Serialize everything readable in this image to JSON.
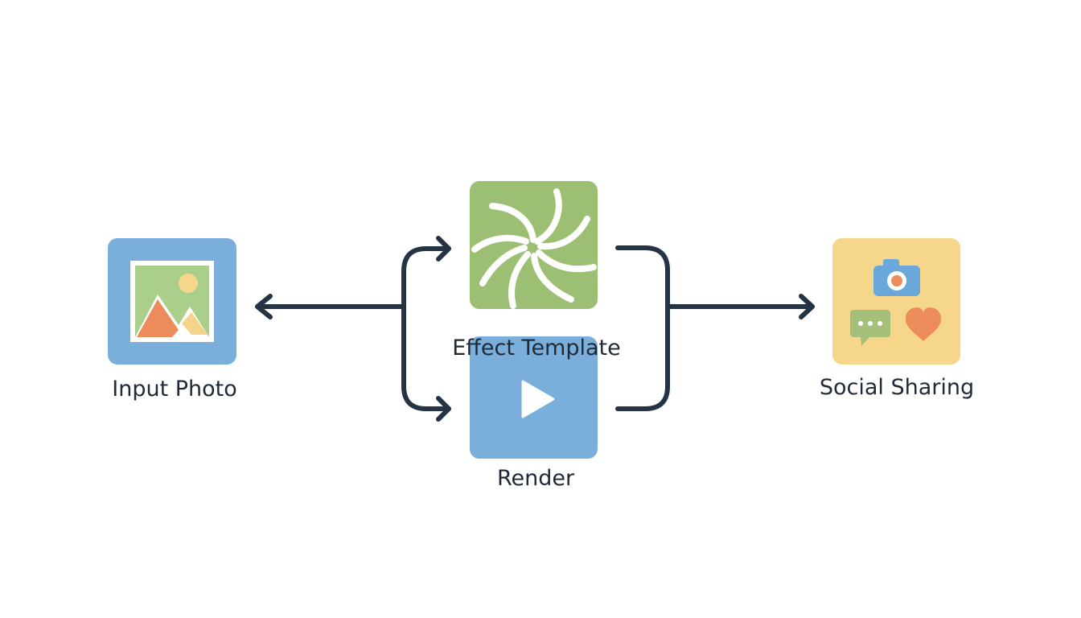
{
  "nodes": {
    "input_photo": {
      "label": "Input Photo",
      "color": "#7aaedb",
      "icon": "image-icon"
    },
    "effect_template": {
      "label": "Effect Template",
      "color": "#9cbf73",
      "icon": "swirl-icon"
    },
    "render": {
      "label": "Render",
      "color": "#7aaedb",
      "icon": "play-icon"
    },
    "social_sharing": {
      "label": "Social Sharing",
      "color": "#f6d68a",
      "icon": "social-icons"
    }
  },
  "colors": {
    "connector": "#243444",
    "photo_frame": "#ffffff",
    "photo_sky": "#a9cf8a",
    "photo_sun": "#f6d68a",
    "mountain_orange": "#ec8c5a",
    "mountain_yellow": "#f4d38a",
    "camera": "#6aa8dc",
    "camera_lens": "#ec8c5a",
    "chat": "#a4c07a",
    "heart": "#ec8c5a"
  }
}
